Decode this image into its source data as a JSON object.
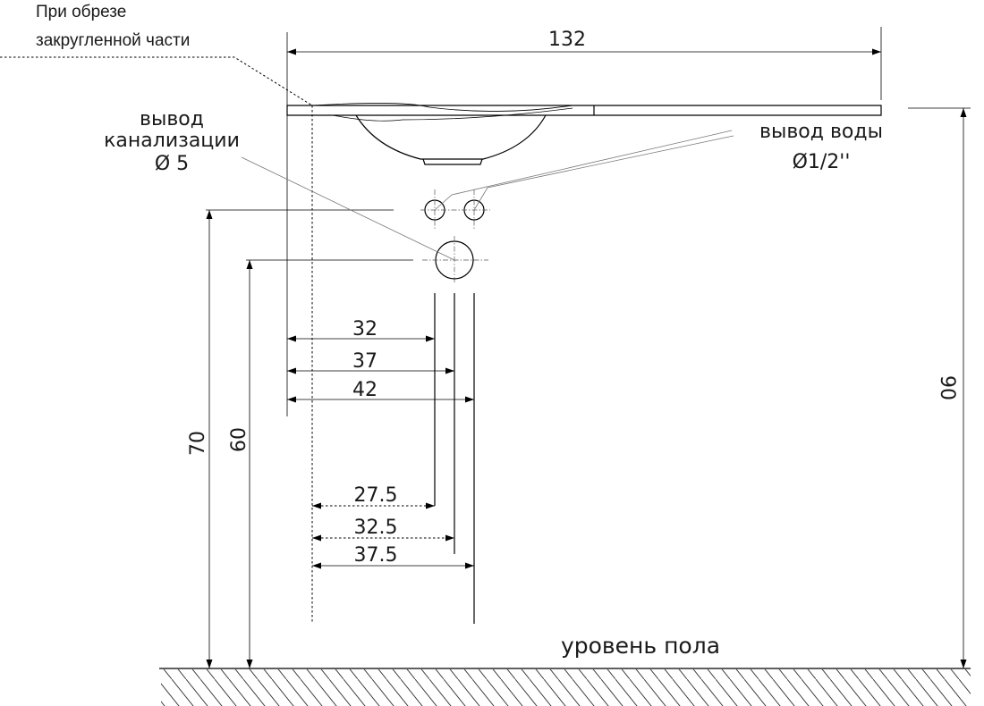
{
  "notes": {
    "cut_line_1": "При обрезе",
    "cut_line_2": "закругленной части",
    "drain_line_1": "вывод",
    "drain_line_2": "канализации",
    "drain_line_3": "Ø 5",
    "water_line_1": "вывод воды",
    "water_line_2": "Ø1/2''",
    "floor_level": "уровень пола"
  },
  "dimensions": {
    "width_total": "132",
    "h32": "32",
    "h37": "37",
    "h42": "42",
    "h275": "27.5",
    "h325": "32.5",
    "h375": "37.5",
    "v70": "70",
    "v60": "60",
    "v90": "90"
  }
}
